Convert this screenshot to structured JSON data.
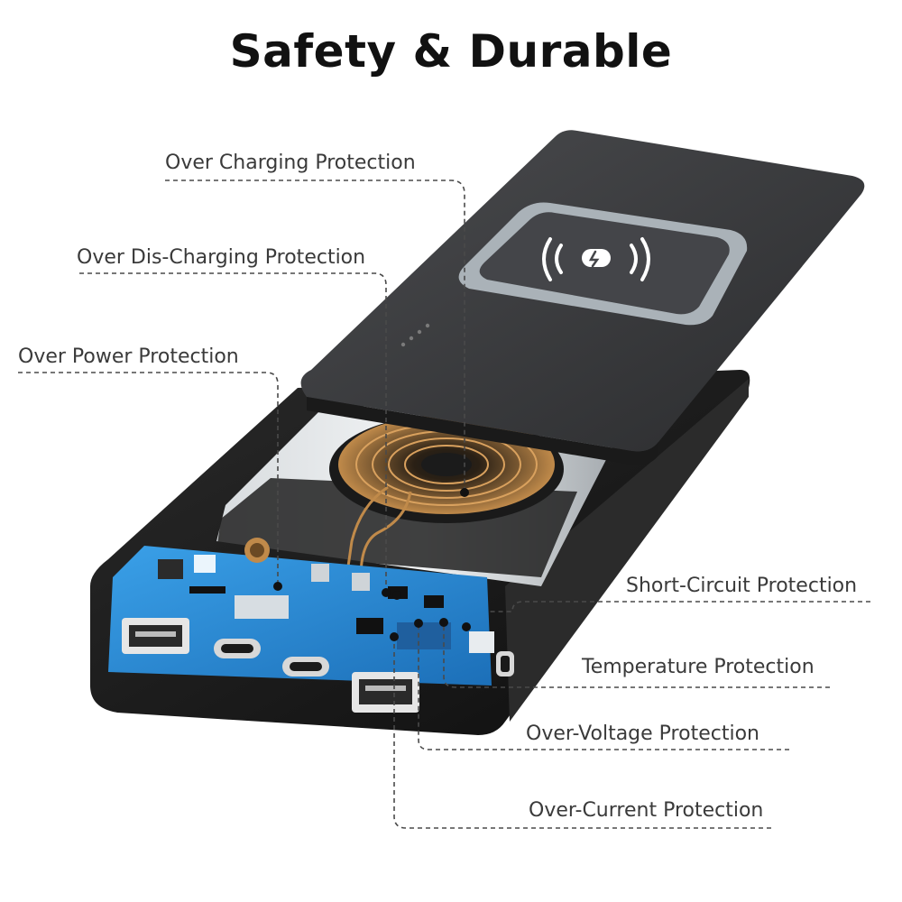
{
  "title": "Safety & Durable",
  "labels": {
    "over_charging": "Over Charging Protection",
    "over_discharging": "Over Dis-Charging Protection",
    "over_power": "Over Power Protection",
    "short_circuit": "Short-Circuit Protection",
    "temperature": "Temperature Protection",
    "over_voltage": "Over-Voltage Protection",
    "over_current": "Over-Current Protection"
  },
  "colors": {
    "pcb_blue": "#2f8fd8",
    "case_black": "#1e1e1e",
    "lid_gray": "#3a3b3d",
    "coil_copper": "#c08a4a",
    "pad_highlight": "#aab2b8",
    "leader_line": "#4a4a4a"
  },
  "icons": {
    "wireless_charging": "wireless-charging-icon"
  }
}
